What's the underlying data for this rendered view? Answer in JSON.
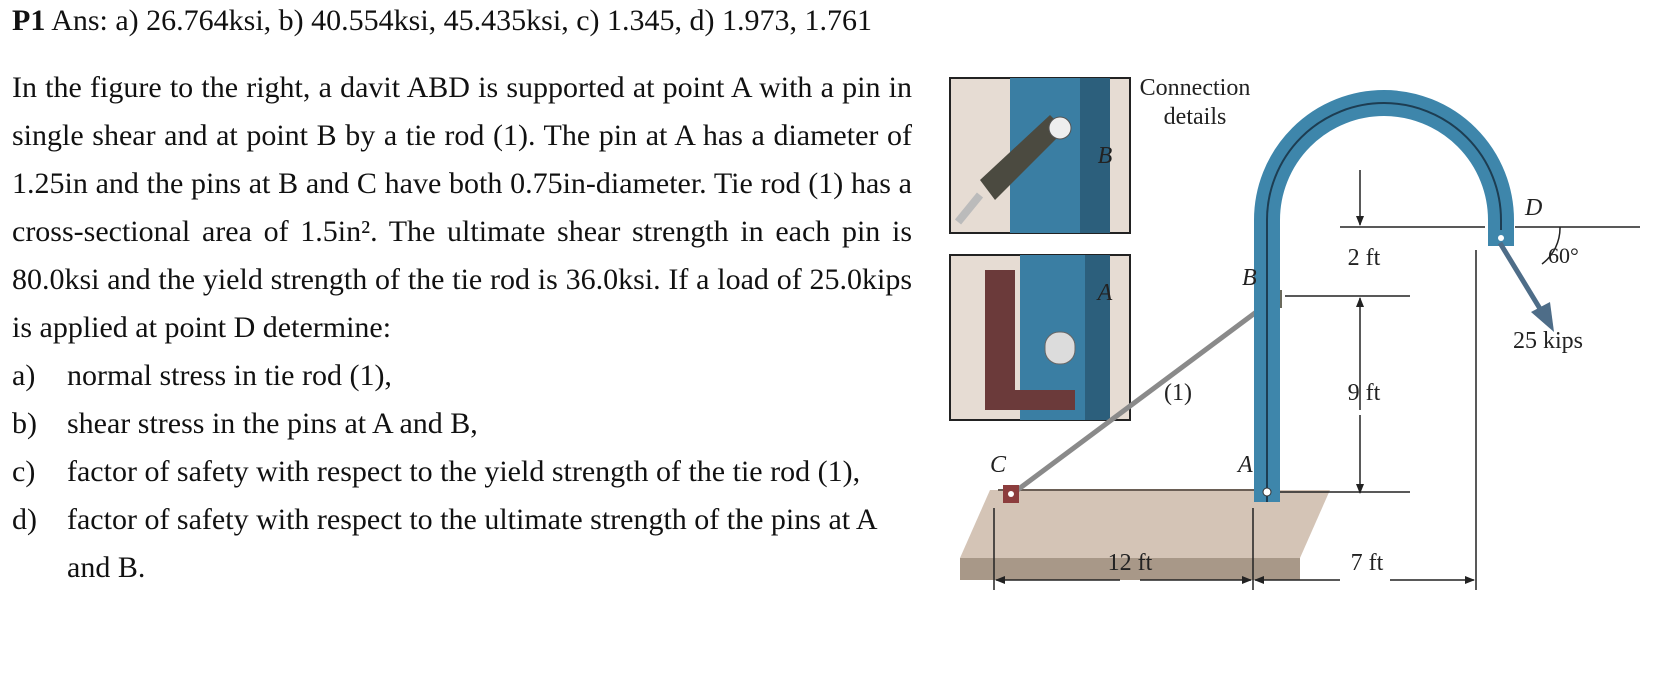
{
  "header": {
    "problem_id": "P1",
    "answers": "Ans: a) 26.764ksi, b) 40.554ksi, 45.435ksi, c) 1.345, d) 1.973, 1.761"
  },
  "problem": {
    "intro": "In the figure to the right, a davit ABD is supported at point A with a pin in single shear and at point B by a tie rod (1). The pin at A has a diameter of 1.25in and the pins at B and C have both 0.75in-diameter. Tie rod (1) has a cross-sectional area of 1.5in². The ultimate shear strength in each pin is 80.0ksi and the yield strength of the tie rod is 36.0ksi. If a load of 25.0kips is applied at point D determine:",
    "parts": [
      {
        "label": "a)",
        "text": "normal stress in tie rod (1),"
      },
      {
        "label": "b)",
        "text": "shear stress in the pins at A and B,"
      },
      {
        "label": "c)",
        "text": "factor of safety with respect to the yield strength of the tie rod (1),"
      },
      {
        "label": "d)",
        "text": "factor of safety with respect to the ultimate strength of the pins at A and B."
      }
    ]
  },
  "figure": {
    "connection_label_line1": "Connection",
    "connection_label_line2": "details",
    "inset_top_label": "B",
    "inset_bottom_label": "A",
    "point_B": "B",
    "point_A": "A",
    "point_C": "C",
    "point_D": "D",
    "rod_label": "(1)",
    "dim_2ft": "2 ft",
    "dim_9ft": "9 ft",
    "dim_12ft": "12 ft",
    "dim_7ft": "7 ft",
    "angle": "60°",
    "load": "25 kips",
    "colors": {
      "davit": "#3e86ab",
      "base": "#c4b4a7",
      "rod": "#8a8a8a"
    }
  }
}
